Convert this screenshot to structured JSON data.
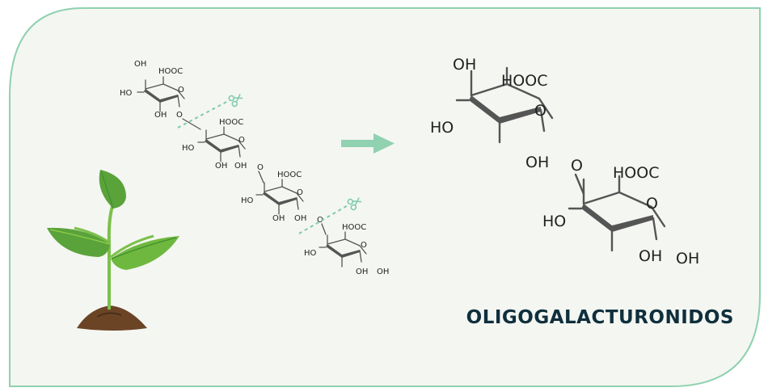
{
  "labels": {
    "oh": "OH",
    "ho": "HO",
    "hooc": "HOOC",
    "o": "O",
    "title": "OLIGOGALACTURONIDOS"
  },
  "colors": {
    "panel_bg": "#f4f6f1",
    "panel_border": "#8fd1b0",
    "arrow": "#8fd1b0",
    "cut_line": "#7fc9b0",
    "title": "#0f2f3d",
    "leaf_dark": "#3f8f2e",
    "leaf_light": "#8fcf45",
    "soil": "#6b4426"
  },
  "icons": [
    "scissors-icon",
    "seedling-icon",
    "reaction-arrow-icon"
  ]
}
